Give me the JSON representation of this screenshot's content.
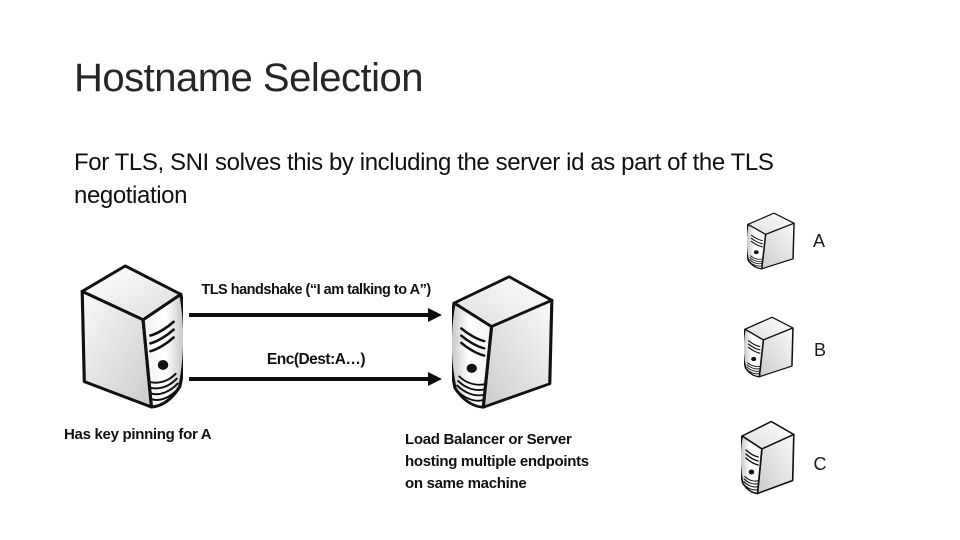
{
  "slide": {
    "title": "Hostname Selection",
    "body_lines": [
      "For TLS, SNI solves this by including the server id as part of the TLS",
      "negotiation"
    ]
  },
  "diagram": {
    "messages": [
      {
        "label": "TLS handshake (“I am talking to A”)"
      },
      {
        "label": "Enc(Dest:A…)"
      }
    ],
    "client": {
      "caption": "Has key pinning for A"
    },
    "load_balancer": {
      "caption_lines": [
        "Load Balancer or Server",
        "hosting multiple endpoints",
        "on same machine"
      ]
    },
    "endpoints": [
      {
        "label": "A"
      },
      {
        "label": "B"
      },
      {
        "label": "C"
      }
    ]
  },
  "icons": {
    "client": "server-tower-icon",
    "load_balancer": "server-tower-icon",
    "endpoint_a": "server-tower-icon",
    "endpoint_b": "server-tower-icon",
    "endpoint_c": "server-tower-icon"
  },
  "colors": {
    "background": "#ffffff",
    "text": "#1a1a1a",
    "arrow": "#0d0d0d",
    "server_outline": "#111111",
    "server_face_light": "#fbfbfb",
    "server_face_dark": "#c9c9c9"
  }
}
